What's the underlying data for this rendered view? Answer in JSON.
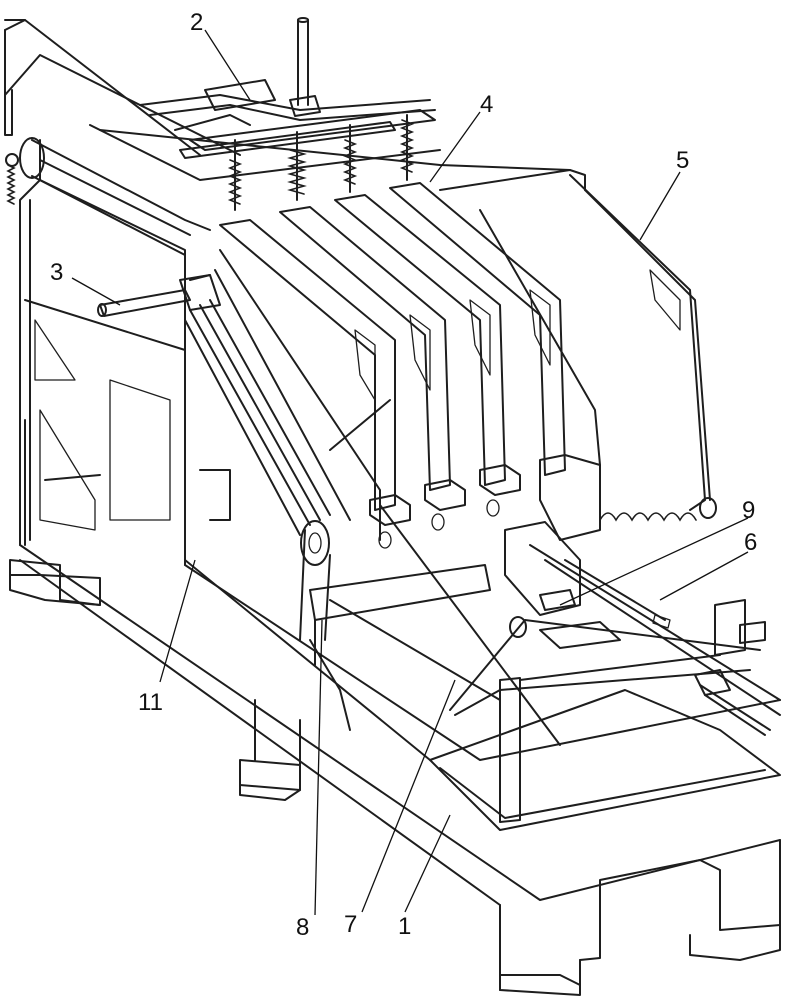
{
  "labels": [
    {
      "id": "n2",
      "text": "2"
    },
    {
      "id": "n3",
      "text": "3"
    },
    {
      "id": "n4",
      "text": "4"
    },
    {
      "id": "n5",
      "text": "5"
    },
    {
      "id": "n9",
      "text": "9"
    },
    {
      "id": "n6",
      "text": "6"
    },
    {
      "id": "n11",
      "text": "11"
    },
    {
      "id": "n8",
      "text": "8"
    },
    {
      "id": "n7",
      "text": "7"
    },
    {
      "id": "n1",
      "text": "1"
    }
  ],
  "colors": {
    "line": "#1e1e1e",
    "background": "#ffffff"
  }
}
